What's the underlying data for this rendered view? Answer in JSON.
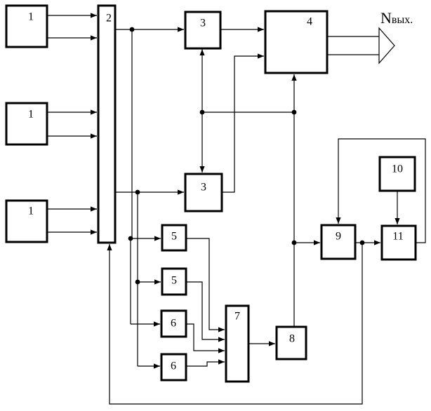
{
  "blocks": {
    "b1a": "1",
    "b1b": "1",
    "b1c": "1",
    "b2": "2",
    "b3a": "3",
    "b3b": "3",
    "b4": "4",
    "b5a": "5",
    "b5b": "5",
    "b6a": "6",
    "b6b": "6",
    "b7": "7",
    "b8": "8",
    "b9": "9",
    "b10": "10",
    "b11": "11"
  },
  "output": {
    "main": "N",
    "sub": "вых."
  }
}
